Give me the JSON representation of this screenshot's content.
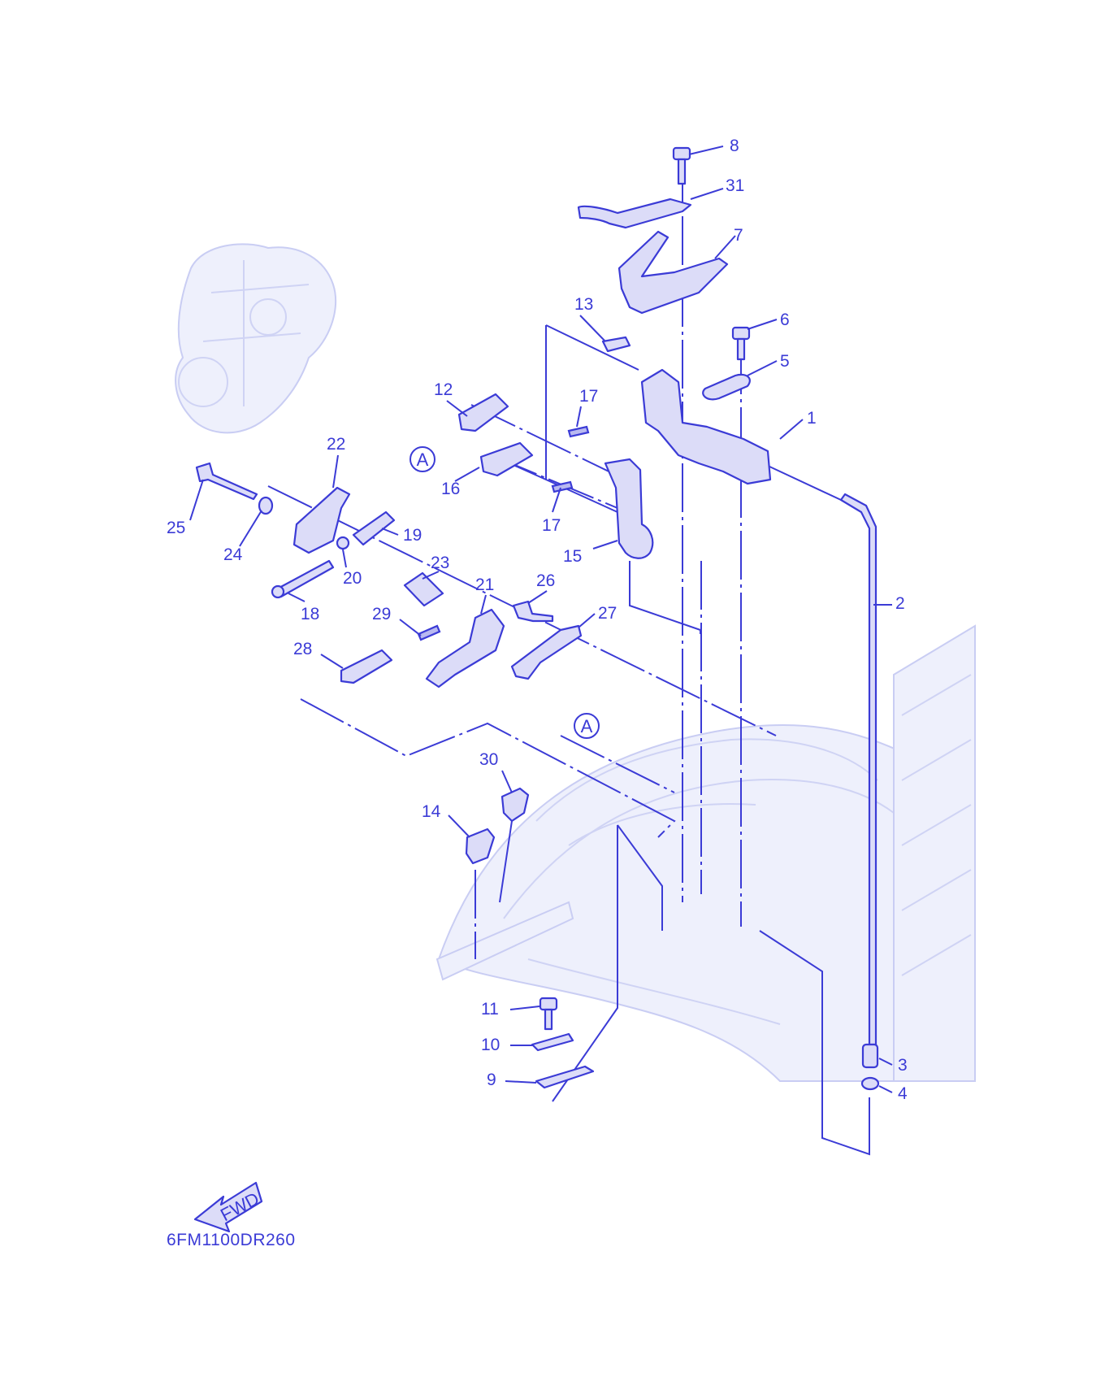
{
  "diagram_code": "6FM1100DR260",
  "fwd_label": "FWD",
  "callout_ref": "A",
  "parts": [
    {
      "id": "p1",
      "label": "1"
    },
    {
      "id": "p2",
      "label": "2"
    },
    {
      "id": "p3",
      "label": "3"
    },
    {
      "id": "p4",
      "label": "4"
    },
    {
      "id": "p5",
      "label": "5"
    },
    {
      "id": "p6",
      "label": "6"
    },
    {
      "id": "p7",
      "label": "7"
    },
    {
      "id": "p8",
      "label": "8"
    },
    {
      "id": "p9",
      "label": "9"
    },
    {
      "id": "p10",
      "label": "10"
    },
    {
      "id": "p11",
      "label": "11"
    },
    {
      "id": "p12",
      "label": "12"
    },
    {
      "id": "p13",
      "label": "13"
    },
    {
      "id": "p14",
      "label": "14"
    },
    {
      "id": "p15",
      "label": "15"
    },
    {
      "id": "p16",
      "label": "16"
    },
    {
      "id": "p17a",
      "label": "17"
    },
    {
      "id": "p17b",
      "label": "17"
    },
    {
      "id": "p18",
      "label": "18"
    },
    {
      "id": "p19",
      "label": "19"
    },
    {
      "id": "p20",
      "label": "20"
    },
    {
      "id": "p21",
      "label": "21"
    },
    {
      "id": "p22",
      "label": "22"
    },
    {
      "id": "p23",
      "label": "23"
    },
    {
      "id": "p24",
      "label": "24"
    },
    {
      "id": "p25",
      "label": "25"
    },
    {
      "id": "p26",
      "label": "26"
    },
    {
      "id": "p27",
      "label": "27"
    },
    {
      "id": "p28",
      "label": "28"
    },
    {
      "id": "p29",
      "label": "29"
    },
    {
      "id": "p30",
      "label": "30"
    },
    {
      "id": "p31",
      "label": "31"
    }
  ],
  "colors": {
    "ink": "#3b3bd6",
    "fill": "#dcdcf8",
    "faint": "#eef0fc"
  }
}
